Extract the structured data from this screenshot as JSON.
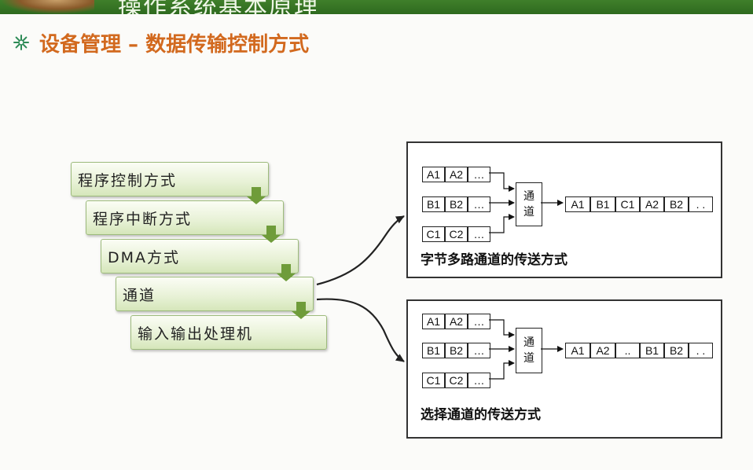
{
  "header": {
    "title": "操作系统基本原理"
  },
  "slide": {
    "bullet_icon": "snowflake-bullet-icon",
    "heading": "设备管理 – 数据传输控制方式"
  },
  "steps": [
    "程序控制方式",
    "程序中断方式",
    "DMA方式",
    "通道",
    "输入输出处理机"
  ],
  "byte_mux": {
    "inputs": [
      [
        "A1",
        "A2",
        "…"
      ],
      [
        "B1",
        "B2",
        "…"
      ],
      [
        "C1",
        "C2",
        "…"
      ]
    ],
    "channel_label": [
      "通",
      "道"
    ],
    "output": [
      "A1",
      "B1",
      "C1",
      "A2",
      "B2",
      ". ."
    ],
    "caption": "字节多路通道的传送方式"
  },
  "selector": {
    "inputs": [
      [
        "A1",
        "A2",
        "…"
      ],
      [
        "B1",
        "B2",
        "…"
      ],
      [
        "C1",
        "C2",
        "…"
      ]
    ],
    "channel_label": [
      "通",
      "道"
    ],
    "output": [
      "A1",
      "A2",
      "..",
      "B1",
      "B2",
      ". ."
    ],
    "caption": "选择通道的传送方式"
  },
  "colors": {
    "heading": "#d2691e",
    "step_arrow": "#6f9c3a",
    "topbar": "#3f7f2a"
  }
}
